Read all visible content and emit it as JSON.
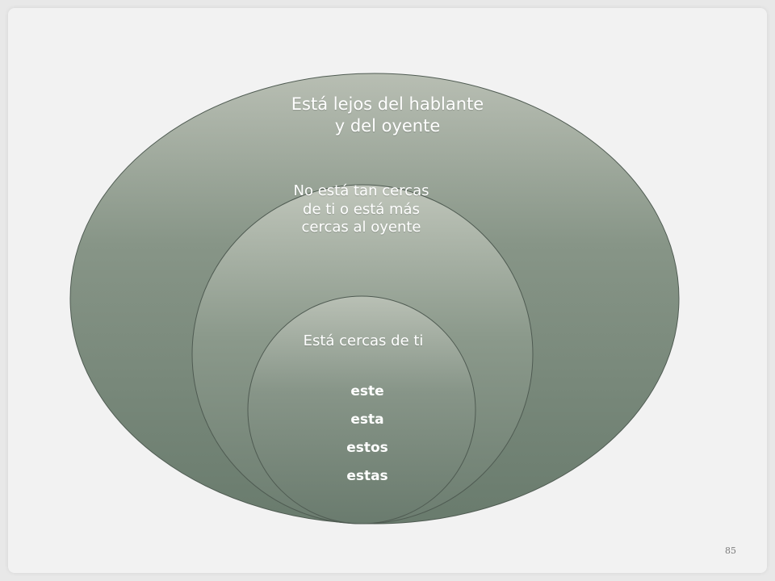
{
  "diagram": {
    "outer_label": "Está lejos del hablante y del oyente",
    "middle_label": "No está tan cercas de ti o está más cercas al oyente",
    "inner_label": "Está cercas de ti",
    "words": [
      "este",
      "esta",
      "estos",
      "estas"
    ]
  },
  "footer": {
    "page_number": "85"
  },
  "colors": {
    "slide_background": "#f2f2f2",
    "circle_top": "#b2b9ad",
    "circle_bottom": "#6f7f72",
    "circle_stroke": "#4f5b52",
    "text": "#ffffff"
  }
}
